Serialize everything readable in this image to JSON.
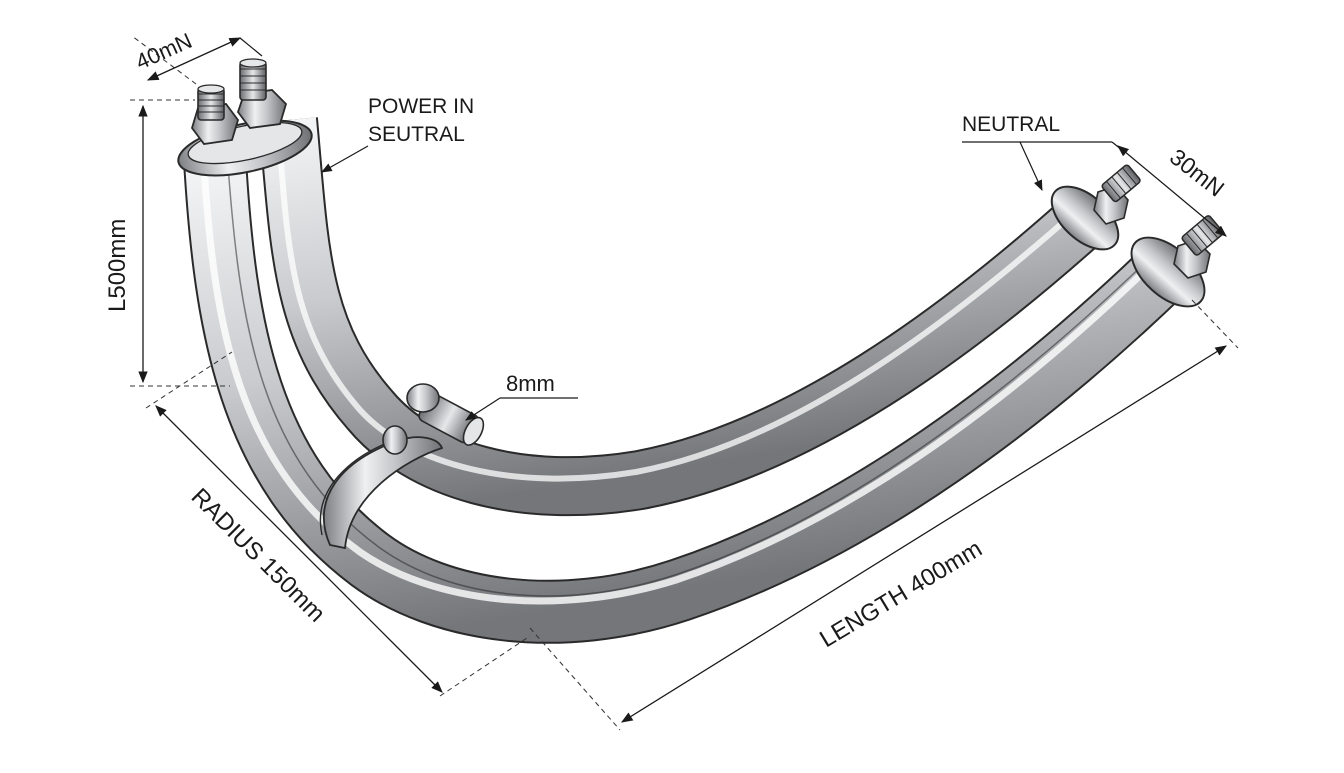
{
  "labels": {
    "top_width": "40mN",
    "power_in": "POWER IN",
    "seutral": "SEUTRAL",
    "neutral": "NEUTRAL",
    "right_width": "30mN",
    "vertical_length": "L500mm",
    "clamp_size": "8mm",
    "radius": "RADIUS 150mm",
    "length": "LENGTH 400mm"
  },
  "colors": {
    "pipe_dark": "#7d7f83",
    "pipe_mid": "#c4c6c9",
    "pipe_light": "#f2f3f4",
    "ink": "#1a1a1a",
    "background": "#ffffff"
  }
}
